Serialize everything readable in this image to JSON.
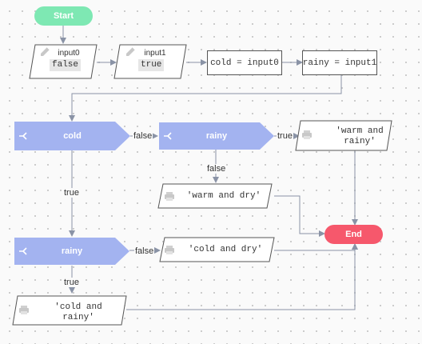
{
  "nodes": {
    "start": "Start",
    "input0": {
      "title": "input0",
      "value": "false"
    },
    "input1": {
      "title": "input1",
      "value": "true"
    },
    "assign_cold": "cold = input0",
    "assign_rainy": "rainy = input1",
    "decision_cold": "cold",
    "decision_rainy_top": "rainy",
    "decision_rainy_bottom": "rainy",
    "out_warm_rainy": [
      "'warm and",
      "rainy'"
    ],
    "out_warm_dry": "'warm and dry'",
    "out_cold_dry": "'cold and dry'",
    "out_cold_rainy": [
      "'cold and",
      "rainy'"
    ],
    "end": "End"
  },
  "edges": {
    "cold_false": "false",
    "rainy_top_true": "true",
    "rainy_top_false": "false",
    "cold_true": "true",
    "rainy_bottom_false": "false",
    "rainy_bottom_true": "true"
  },
  "colors": {
    "start": "#7ee8b3",
    "end": "#f6586c",
    "decision": "#a3b3f0",
    "edge": "#8a93a6",
    "io_border": "#555555"
  },
  "icons": {
    "io": "pencil-icon",
    "output": "printer-icon",
    "decision": "branch-icon"
  }
}
